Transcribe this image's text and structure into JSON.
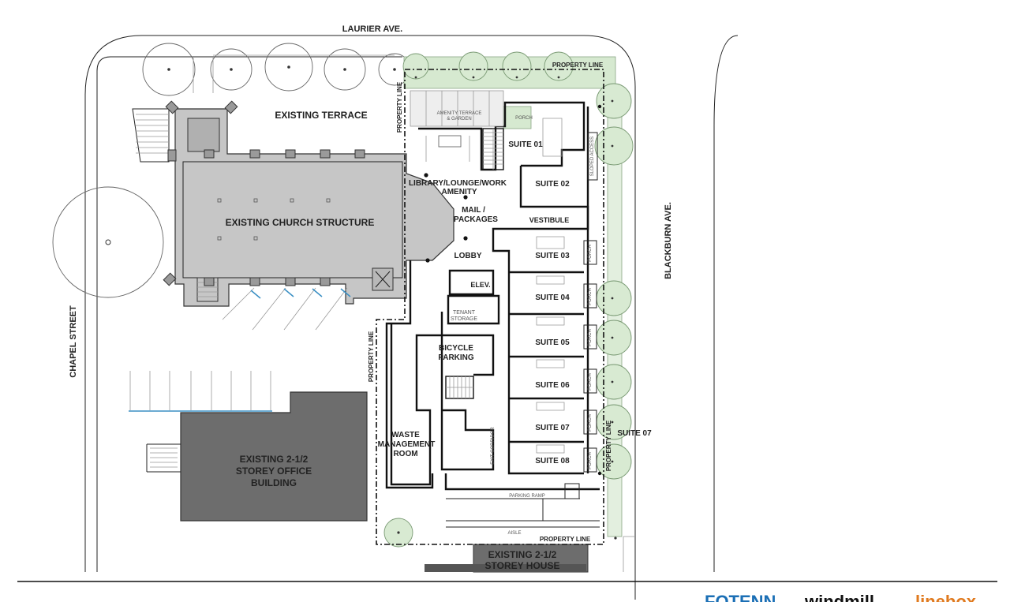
{
  "streets": {
    "north": "LAURIER AVE.",
    "east": "BLACKBURN AVE.",
    "west": "CHAPEL STREET"
  },
  "existing": {
    "terrace": "EXISTING TERRACE",
    "church": "EXISTING CHURCH STRUCTURE",
    "office": [
      "EXISTING 2-1/2",
      "STOREY OFFICE",
      "BUILDING"
    ],
    "house": [
      "EXISTING 2-1/2",
      "STOREY HOUSE"
    ]
  },
  "rooms": {
    "library": "LIBRARY/LOUNGE/WORK",
    "amenity": "AMENITY",
    "mail": [
      "MAIL /",
      "PACKAGES"
    ],
    "lobby": "LOBBY",
    "elevator": "ELEV.",
    "tenant_storage": [
      "TENANT",
      "STORAGE"
    ],
    "bicycle": [
      "BICYCLE",
      "PARKING"
    ],
    "waste": [
      "WASTE",
      "MANAGEMENT",
      "ROOM"
    ],
    "vestibule": "VESTIBULE",
    "amenity_terrace": [
      "AMENITY TERRACE",
      "& GARDEN"
    ],
    "exit_corridor": "EXIT CORRIDOR",
    "sloped_access": "SLOPED ACCESS",
    "parking_ramp": "PARKING RAMP",
    "aisle": "AISLE"
  },
  "suites": [
    "SUITE 01",
    "SUITE 02",
    "SUITE 03",
    "SUITE 04",
    "SUITE 05",
    "SUITE 06",
    "SUITE 07",
    "SUITE 08"
  ],
  "suite_outside": "SUITE 07",
  "porch": "PORCH",
  "property_line": "PROPERTY LINE",
  "logos": {
    "fotenn": "FOTENN",
    "windmill": "windmill",
    "linebox": "linebox",
    "fotenn_color": "#1b6fb5",
    "windmill_color": "#111111",
    "linebox_color": "#e07a1f"
  },
  "colors": {
    "church_fill": "#c6c6c6",
    "office_fill": "#6d6d6d",
    "landscape_fill": "#d6e9d0"
  }
}
